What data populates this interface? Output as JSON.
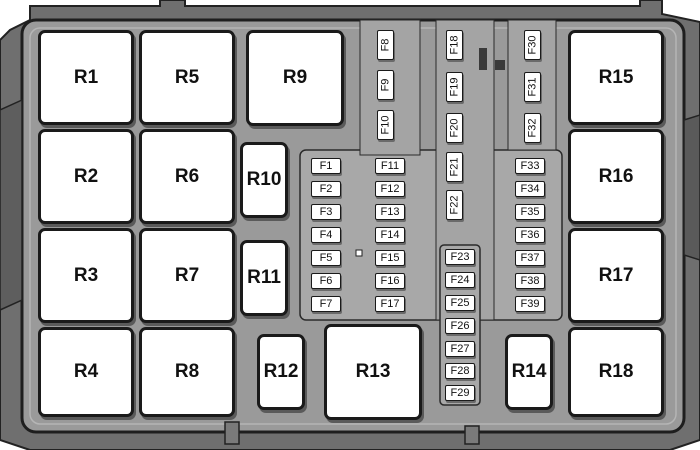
{
  "diagram": {
    "relays": {
      "r1": "R1",
      "r2": "R2",
      "r3": "R3",
      "r4": "R4",
      "r5": "R5",
      "r6": "R6",
      "r7": "R7",
      "r8": "R8",
      "r9": "R9",
      "r10": "R10",
      "r11": "R11",
      "r12": "R12",
      "r13": "R13",
      "r14": "R14",
      "r15": "R15",
      "r16": "R16",
      "r17": "R17",
      "r18": "R18"
    },
    "fuses": {
      "f1": "F1",
      "f2": "F2",
      "f3": "F3",
      "f4": "F4",
      "f5": "F5",
      "f6": "F6",
      "f7": "F7",
      "f8": "F8",
      "f9": "F9",
      "f10": "F10",
      "f11": "F11",
      "f12": "F12",
      "f13": "F13",
      "f14": "F14",
      "f15": "F15",
      "f16": "F16",
      "f17": "F17",
      "f18": "F18",
      "f19": "F19",
      "f20": "F20",
      "f21": "F21",
      "f22": "F22",
      "f23": "F23",
      "f24": "F24",
      "f25": "F25",
      "f26": "F26",
      "f27": "F27",
      "f28": "F28",
      "f29": "F29",
      "f30": "F30",
      "f31": "F31",
      "f32": "F32",
      "f33": "F33",
      "f34": "F34",
      "f35": "F35",
      "f36": "F36",
      "f37": "F37",
      "f38": "F38",
      "f39": "F39"
    }
  },
  "colors": {
    "housing_outer": "#6f6f6f",
    "housing_inner": "#9a9a9a",
    "component_fill": "#ffffff",
    "outline": "#1a1a1a"
  }
}
